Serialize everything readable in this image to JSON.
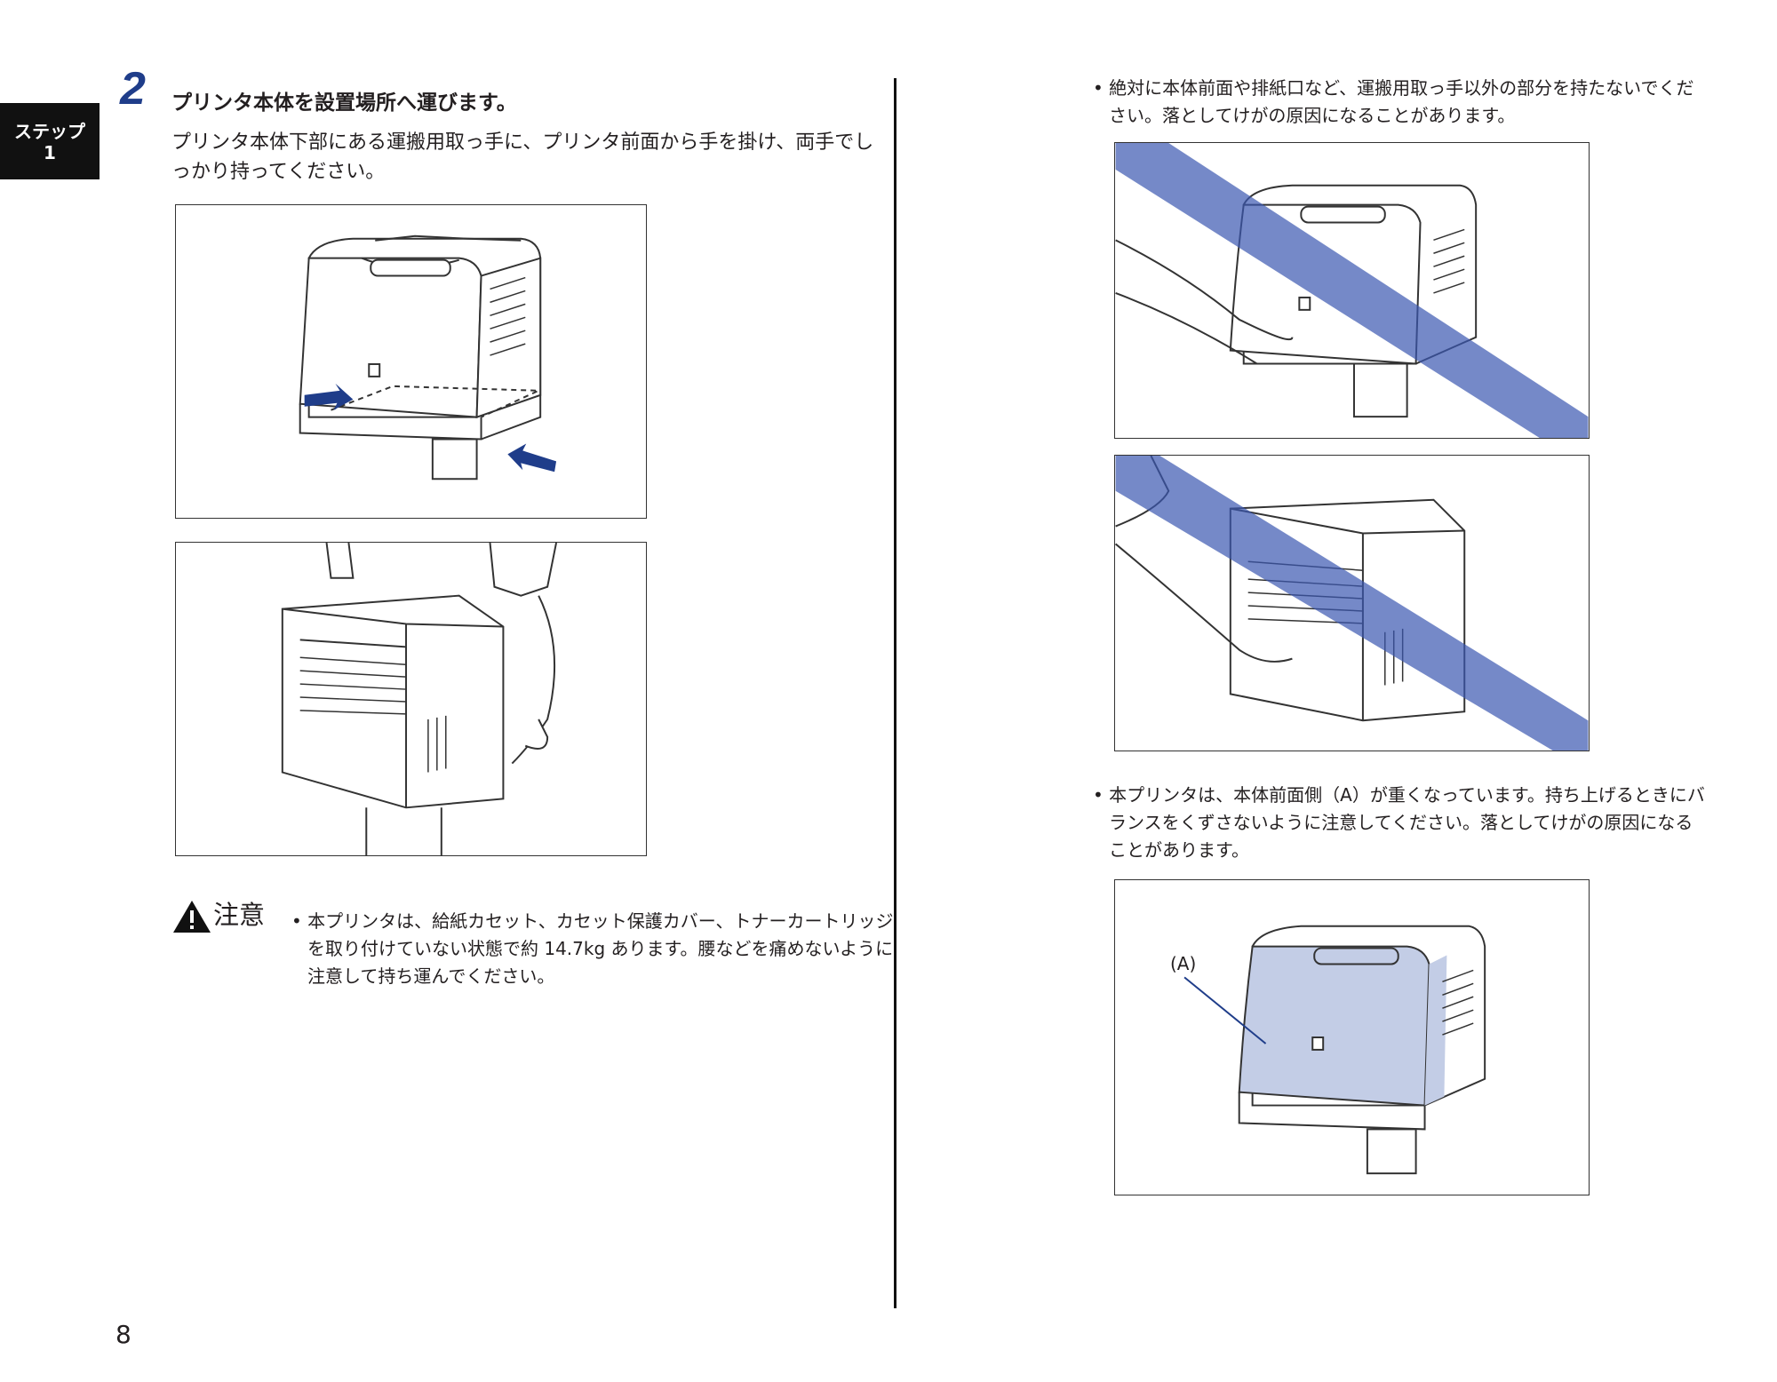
{
  "step_tab": {
    "line1": "ステップ",
    "line2": "1"
  },
  "step": {
    "number": "2",
    "title": "プリンタ本体を設置場所へ運びます。"
  },
  "intro_text": "プリンタ本体下部にある運搬用取っ手に、プリンタ前面から手を掛け、両手でしっかり持ってください。",
  "caution": {
    "label": "注意",
    "text": "本プリンタは、給紙カセット、カセット保護カバー、トナーカートリッジを取り付けていない状態で約 14.7kg あります。腰などを痛めないように注意して持ち運んでください。"
  },
  "right_column": {
    "bullet1": "絶対に本体前面や排紙口など、運搬用取っ手以外の部分を持たないでください。落としてけがの原因になることがあります。",
    "bullet2": "本プリンタは、本体前面側（A）が重くなっています。持ち上げるときにバランスをくずさないように注意してください。落としてけがの原因になることがあります。",
    "figure_label_a": "(A)"
  },
  "page_number": "8",
  "colors": {
    "accent_blue": "#1f3d8a",
    "prohibit_band": "#3a57b0",
    "highlight_fill": "#c3cde6",
    "tab_bg": "#111111"
  }
}
